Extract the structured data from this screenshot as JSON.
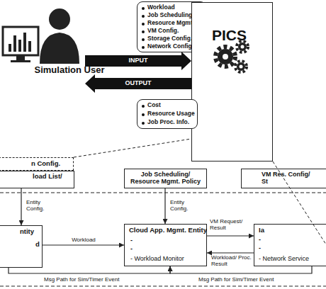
{
  "diagram": {
    "nodes": [
      {
        "text": [
          "Simulation User"
        ]
      },
      {
        "text": [
          "Workload",
          "Job Scheduling",
          "Resource Mgmt.",
          "VM Config.",
          "Storage Config.",
          "Network Config."
        ]
      },
      {
        "text": [
          "PICS"
        ]
      },
      {
        "text": [
          "Cost",
          "Resource Usage",
          "Job Proc. Info."
        ]
      },
      {
        "text": [
          "n Config."
        ]
      },
      {
        "text": [
          "load List/"
        ]
      },
      {
        "text": [
          "Job Scheduling/ Resource Mgmt. Policy"
        ]
      },
      {
        "text": [
          "VM Res. Config/ St"
        ]
      },
      {
        "text": [
          "ntity",
          "d"
        ]
      },
      {
        "text": [
          "Cloud App. Mgmt. Entity",
          "-",
          "-",
          "- Workload Monitor"
        ]
      },
      {
        "text": [
          "Ia",
          "-",
          "-",
          "- Network Service"
        ]
      }
    ],
    "edges": [
      {
        "from": 0,
        "to": 2,
        "label": "INPUT",
        "arrow": "to"
      },
      {
        "from": 2,
        "to": 0,
        "label": "OUTPUT",
        "arrow": "to"
      },
      {
        "from": 5,
        "to": 8,
        "label": "Entity Config.",
        "arrow": "to"
      },
      {
        "from": 6,
        "to": 9,
        "label": "Entity Config.",
        "arrow": "to"
      },
      {
        "from": 8,
        "to": 9,
        "label": "Workload",
        "arrow": "to"
      },
      {
        "from": 9,
        "to": 10,
        "label": "VM Request/ Result",
        "arrow": "to"
      },
      {
        "from": 10,
        "to": 9,
        "label": "Workload/ Proc. Result",
        "arrow": "to"
      },
      {
        "from": 8,
        "to": 9,
        "label": "Msg Path for Sim/Timer Event",
        "arrow": "to"
      },
      {
        "from": 10,
        "to": 9,
        "label": "Msg Path for Sim/Timer Event",
        "arrow": "to"
      }
    ]
  }
}
